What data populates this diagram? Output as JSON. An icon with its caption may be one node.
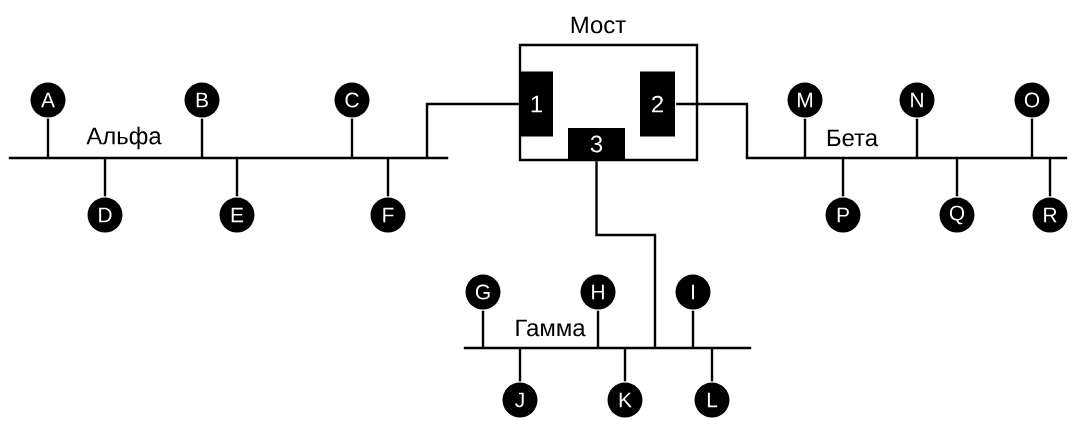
{
  "diagram": {
    "nodes": [
      {
        "text": [
          "Мост"
        ]
      },
      {
        "text": [
          "1"
        ],
        "in": 0
      },
      {
        "text": [
          "2"
        ],
        "in": 0
      },
      {
        "text": [
          "3"
        ],
        "in": 0
      },
      {
        "text": [
          "Альфа"
        ]
      },
      {
        "text": [
          "A"
        ]
      },
      {
        "text": [
          "B"
        ]
      },
      {
        "text": [
          "C"
        ]
      },
      {
        "text": [
          "D"
        ]
      },
      {
        "text": [
          "E"
        ]
      },
      {
        "text": [
          "F"
        ]
      },
      {
        "text": [
          "Бета"
        ]
      },
      {
        "text": [
          "M"
        ]
      },
      {
        "text": [
          "N"
        ]
      },
      {
        "text": [
          "O"
        ]
      },
      {
        "text": [
          "P"
        ]
      },
      {
        "text": [
          "Q"
        ]
      },
      {
        "text": [
          "R"
        ]
      },
      {
        "text": [
          "Гамма"
        ]
      },
      {
        "text": [
          "G"
        ]
      },
      {
        "text": [
          "H"
        ]
      },
      {
        "text": [
          "I"
        ]
      },
      {
        "text": [
          "J"
        ]
      },
      {
        "text": [
          "K"
        ]
      },
      {
        "text": [
          "L"
        ]
      }
    ],
    "edges": [
      {
        "from": 5,
        "to": 4,
        "arrow": "none"
      },
      {
        "from": 6,
        "to": 4,
        "arrow": "none"
      },
      {
        "from": 7,
        "to": 4,
        "arrow": "none"
      },
      {
        "from": 8,
        "to": 4,
        "arrow": "none"
      },
      {
        "from": 9,
        "to": 4,
        "arrow": "none"
      },
      {
        "from": 10,
        "to": 4,
        "arrow": "none"
      },
      {
        "from": 1,
        "to": 4,
        "arrow": "none"
      },
      {
        "from": 2,
        "to": 11,
        "arrow": "none"
      },
      {
        "from": 12,
        "to": 11,
        "arrow": "none"
      },
      {
        "from": 13,
        "to": 11,
        "arrow": "none"
      },
      {
        "from": 14,
        "to": 11,
        "arrow": "none"
      },
      {
        "from": 15,
        "to": 11,
        "arrow": "none"
      },
      {
        "from": 16,
        "to": 11,
        "arrow": "none"
      },
      {
        "from": 17,
        "to": 11,
        "arrow": "none"
      },
      {
        "from": 3,
        "to": 18,
        "arrow": "none"
      },
      {
        "from": 19,
        "to": 18,
        "arrow": "none"
      },
      {
        "from": 20,
        "to": 18,
        "arrow": "none"
      },
      {
        "from": 21,
        "to": 18,
        "arrow": "none"
      },
      {
        "from": 22,
        "to": 18,
        "arrow": "none"
      },
      {
        "from": 23,
        "to": 18,
        "arrow": "none"
      },
      {
        "from": 24,
        "to": 18,
        "arrow": "none"
      }
    ]
  }
}
